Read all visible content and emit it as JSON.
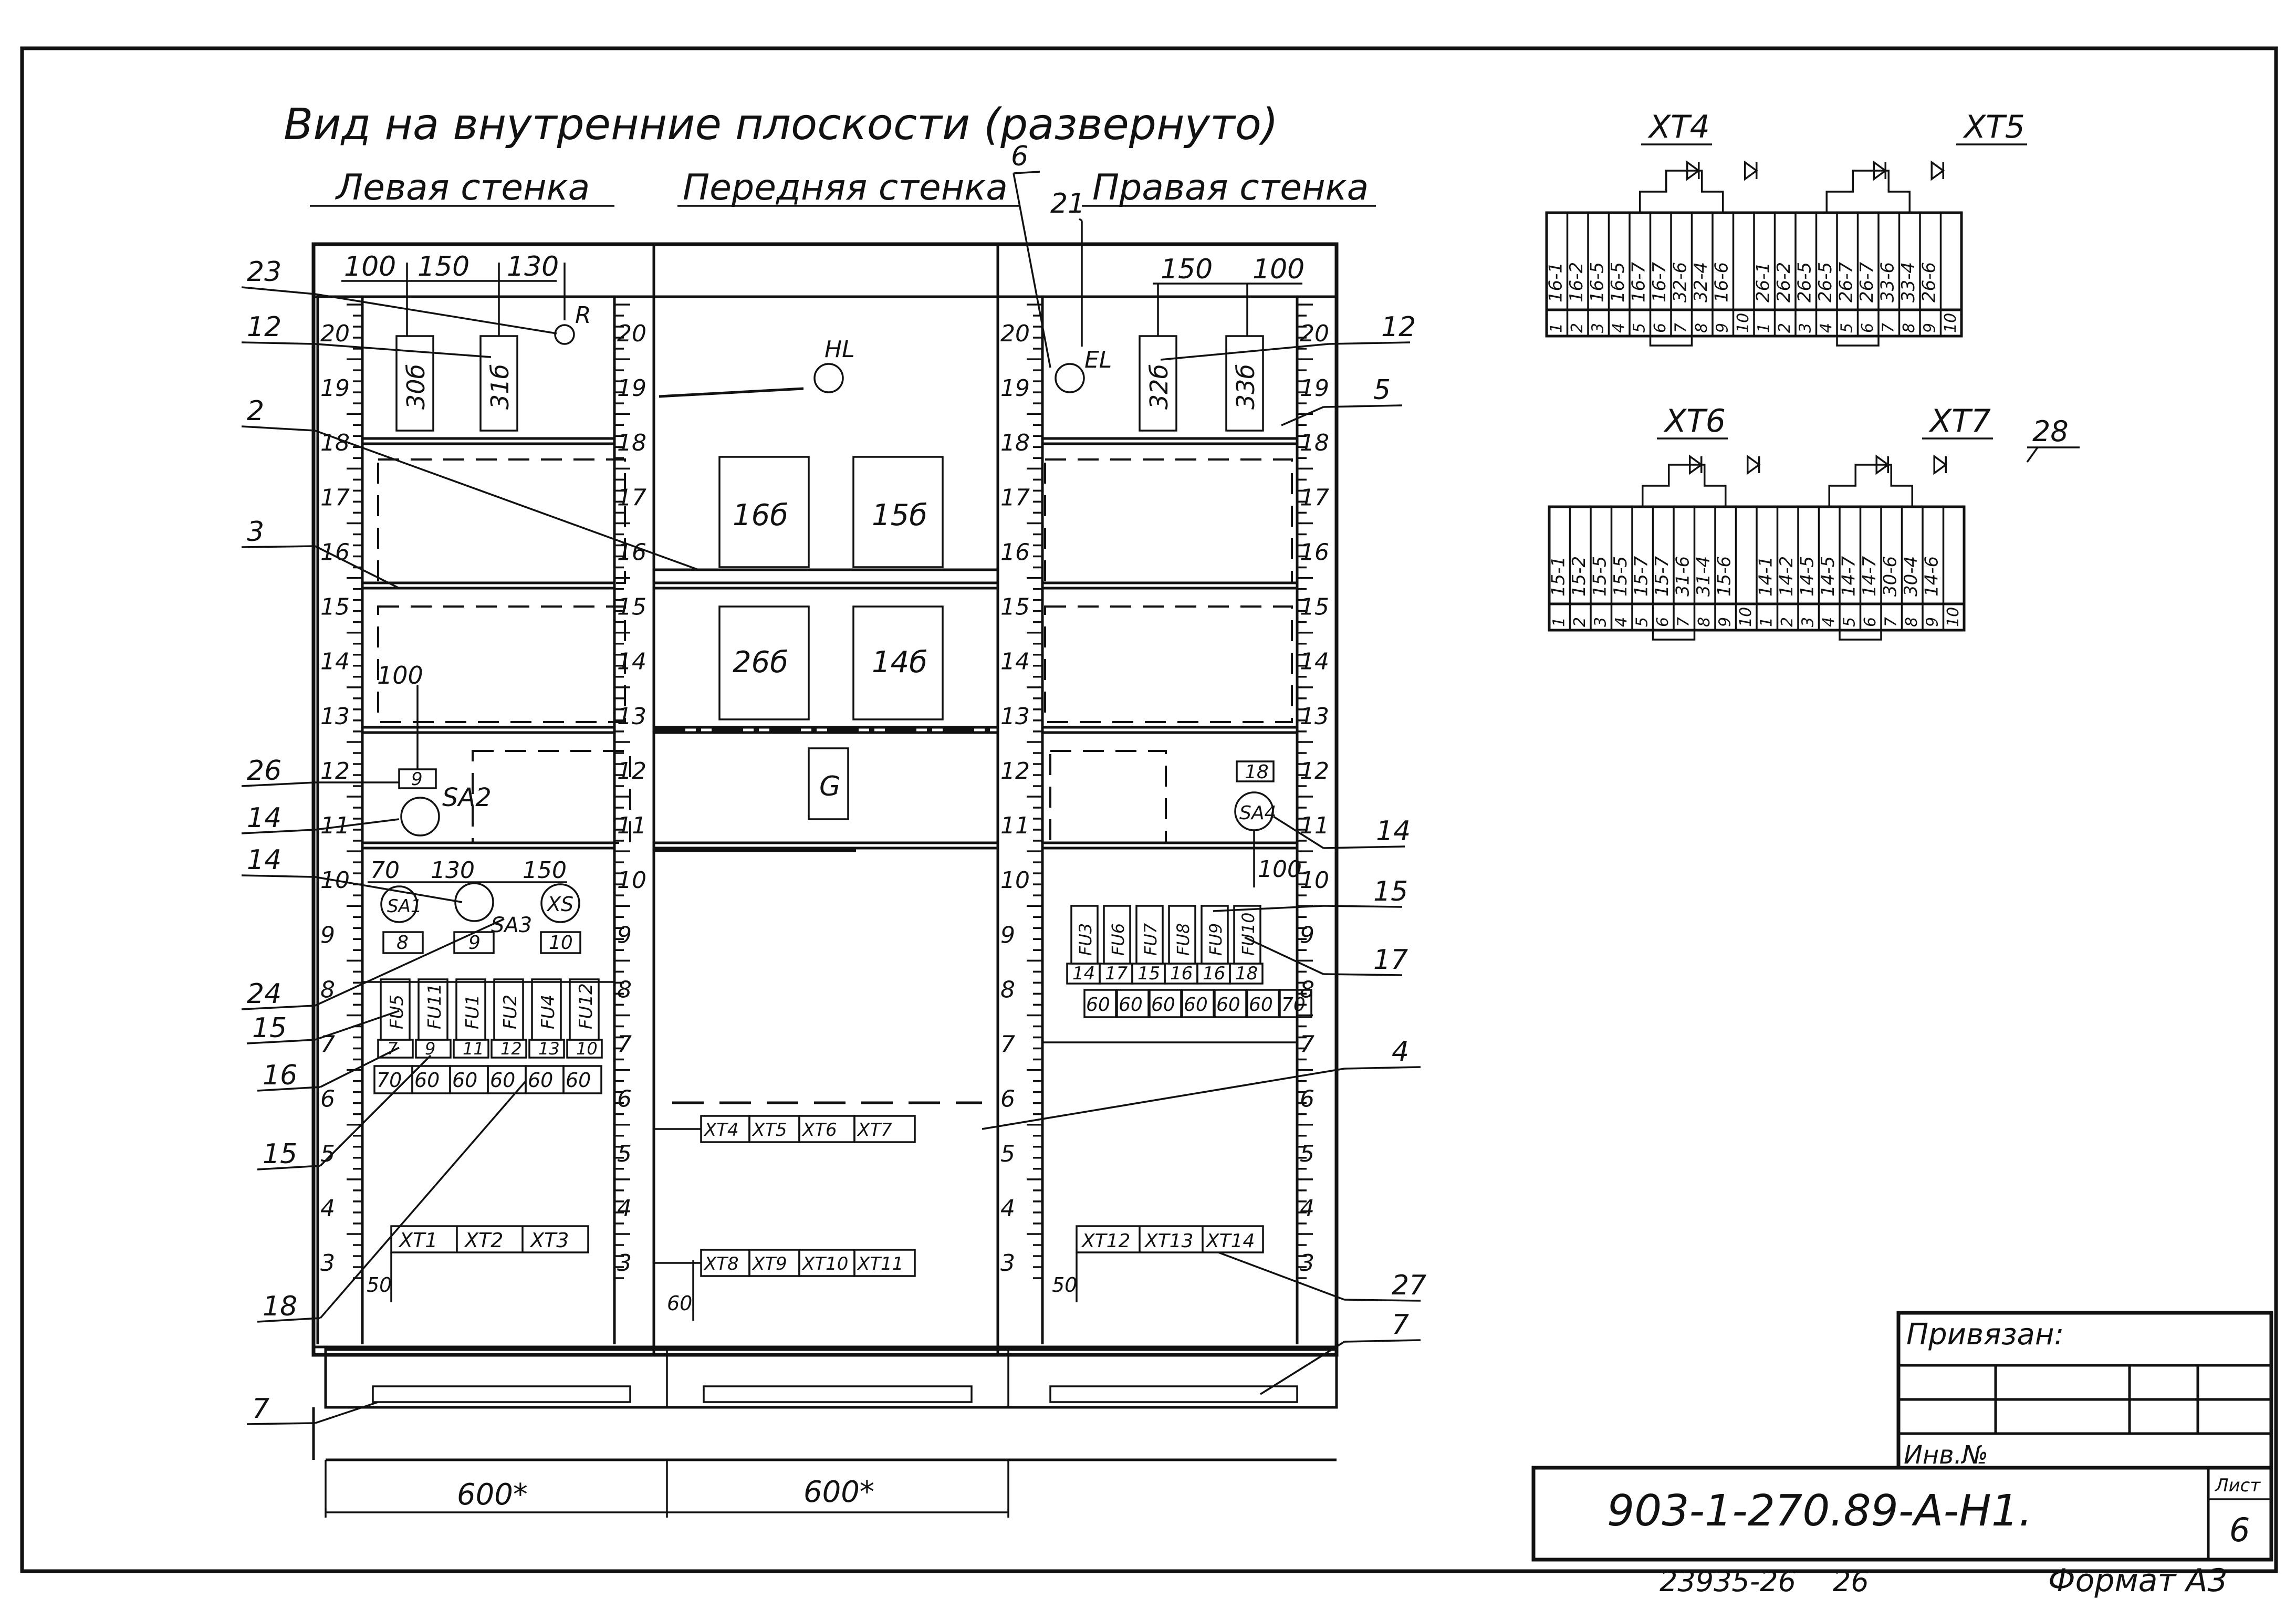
{
  "drawing": {
    "title": "Вид на внутренние плоскости (развернуто)",
    "panels": {
      "left": "Левая стенка",
      "front": "Передняя стенка",
      "right": "Правая стенка"
    },
    "callouts_left": [
      "23",
      "12",
      "2",
      "3",
      "26",
      "14",
      "14",
      "24",
      "15",
      "16",
      "15",
      "18",
      "7"
    ],
    "callouts_right": [
      "6",
      "21",
      "12",
      "5",
      "14",
      "15",
      "17",
      "4",
      "27",
      "7"
    ],
    "left_dims": [
      "100",
      "150",
      "130"
    ],
    "right_dims": [
      "150",
      "100"
    ],
    "scale_labels": [
      "20",
      "19",
      "18",
      "17",
      "16",
      "15",
      "14",
      "13",
      "12",
      "11",
      "10",
      "9",
      "8",
      "7",
      "6",
      "5",
      "4",
      "3"
    ],
    "left_components": {
      "relays": [
        "30б",
        "31б"
      ],
      "r_label": "R",
      "sa2": "SA2",
      "sa1": "SA1",
      "sa3": "SA3",
      "xs": "XS",
      "dim_100": "100",
      "dim_70": "70",
      "dim_130": "130",
      "dim_150": "150",
      "box_9": "9",
      "box_8": "8",
      "box_9b": "9",
      "box_10": "10",
      "fuses": [
        "FU5",
        "FU11",
        "FU1",
        "FU2",
        "FU4",
        "FU12"
      ],
      "fuse_marks": [
        "7",
        "9",
        "11",
        "12",
        "13",
        "10"
      ],
      "fuse_dims": [
        "70",
        "60",
        "60",
        "60",
        "60",
        "60"
      ],
      "xt": [
        "XT1",
        "XT2",
        "XT3"
      ],
      "dim_50": "50"
    },
    "front_components": {
      "hl": "HL",
      "blocks": [
        "16б",
        "15б",
        "26б",
        "14б"
      ],
      "g": "G",
      "xt_row1": [
        "XT4",
        "XT5",
        "XT6",
        "XT7"
      ],
      "xt_row2": [
        "XT8",
        "XT9",
        "XT10",
        "XT11"
      ],
      "dim_60": "60"
    },
    "right_components": {
      "el": "EL",
      "relays": [
        "32б",
        "33б"
      ],
      "box_18": "18",
      "sa4": "SA4",
      "dim_100": "100",
      "fuses": [
        "FU3",
        "FU6",
        "FU7",
        "FU8",
        "FU9",
        "FU10"
      ],
      "fuse_marks": [
        "14",
        "17",
        "15",
        "16",
        "16",
        "18"
      ],
      "fuse_dims": [
        "60",
        "60",
        "60",
        "60",
        "60",
        "60",
        "70"
      ],
      "xt": [
        "XT12",
        "XT13",
        "XT14"
      ],
      "dim_50": "50"
    },
    "bottom_dims": [
      "600*",
      "600*"
    ]
  },
  "terminals": {
    "xt4": "XT4",
    "xt5": "XT5",
    "xt6": "XT6",
    "xt7": "XT7",
    "mark_28": "28",
    "row1": [
      "16-1",
      "16-2",
      "16-5",
      "16-5",
      "16-7",
      "16-7",
      "32-6",
      "32-4",
      "16-6",
      "",
      "26-1",
      "26-2",
      "26-5",
      "26-5",
      "26-7",
      "26-7",
      "33-6",
      "33-4",
      "26-6"
    ],
    "row1_nums": [
      "1",
      "2",
      "3",
      "4",
      "5",
      "6",
      "7",
      "8",
      "9",
      "10",
      "1",
      "2",
      "3",
      "4",
      "5",
      "6",
      "7",
      "8",
      "9",
      "10"
    ],
    "row2": [
      "15-1",
      "15-2",
      "15-5",
      "15-5",
      "15-7",
      "15-7",
      "31-6",
      "31-4",
      "15-6",
      "",
      "14-1",
      "14-2",
      "14-5",
      "14-5",
      "14-7",
      "14-7",
      "30-6",
      "30-4",
      "14-6"
    ],
    "row2_nums": [
      "1",
      "2",
      "3",
      "4",
      "5",
      "6",
      "7",
      "8",
      "9",
      "10",
      "1",
      "2",
      "3",
      "4",
      "5",
      "6",
      "7",
      "8",
      "9",
      "10"
    ]
  },
  "title_block": {
    "privyazan": "Привязан:",
    "inv": "Инв.№",
    "code": "903-1-270.89-А-Н1.",
    "sheet_label": "Лист",
    "sheet": "6",
    "bottom_left": "23935-26",
    "bottom_mid": "26",
    "format": "Формат А3"
  }
}
